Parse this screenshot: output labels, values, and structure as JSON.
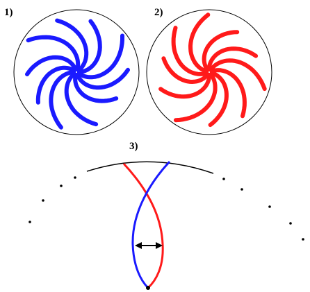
{
  "panels": [
    {
      "label": "1)",
      "arm_color": "#1a1aff",
      "arm_count": 10,
      "rotation": "counter-clockwise"
    },
    {
      "label": "2)",
      "arm_color": "#ff1a1a",
      "arm_count": 10,
      "rotation": "clockwise"
    },
    {
      "label": "3)"
    }
  ],
  "colors": {
    "outline": "#000000",
    "blue": "#1a1aff",
    "red": "#ff1a1a",
    "background": "#ffffff"
  },
  "icons": {
    "measure_arrow": "double-headed-arrow-icon"
  }
}
